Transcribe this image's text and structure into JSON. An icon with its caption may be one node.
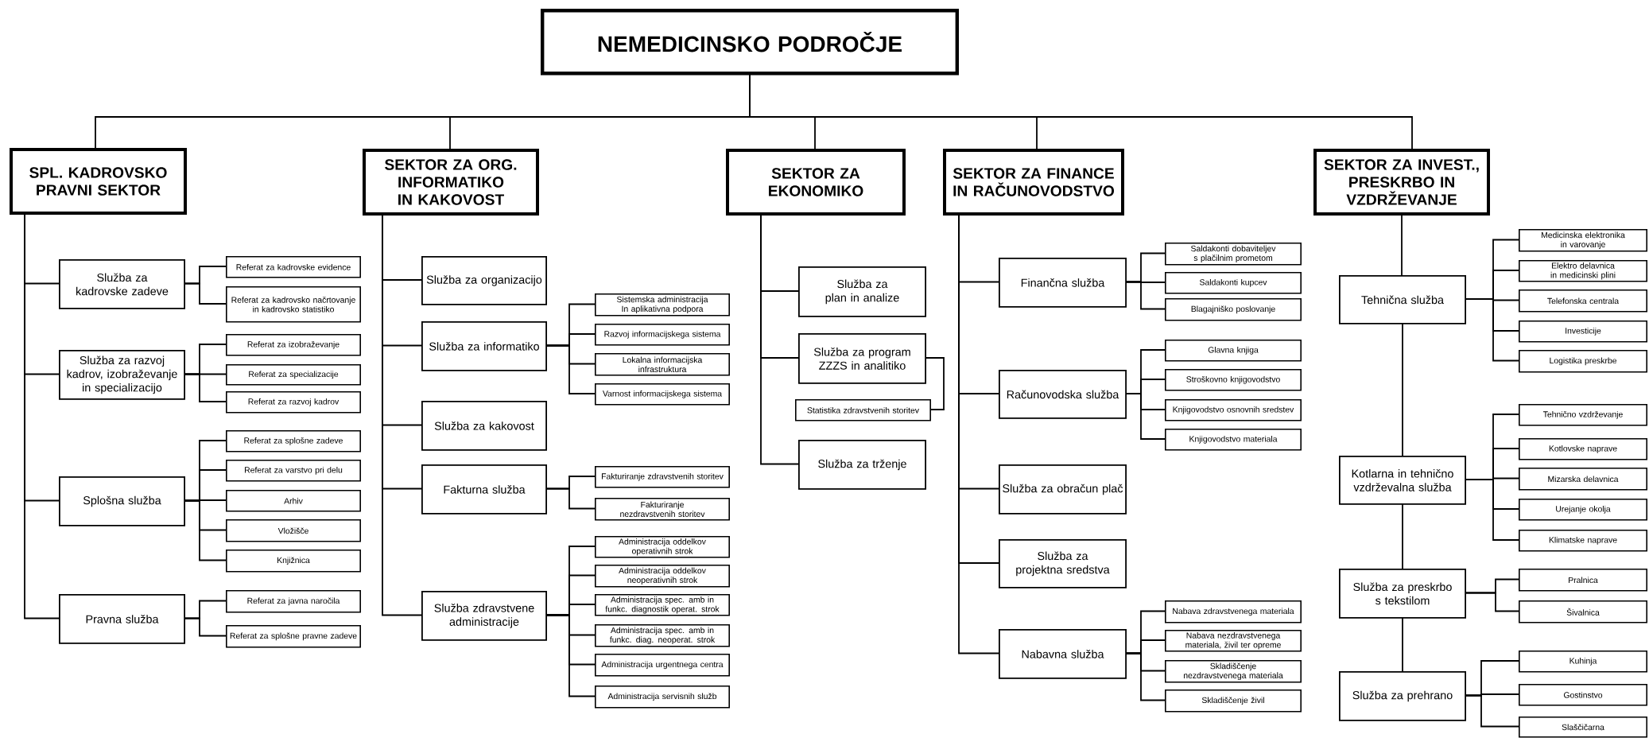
{
  "diagram": {
    "nodes": [
      {
        "text": [
          "NEMEDICINSKO PODROČJE"
        ]
      },
      {
        "text": [
          "SPL. KADROVSKO PRAVNI SEKTOR"
        ]
      },
      {
        "text": [
          "SEKTOR ZA ORG. INFORMATIKO IN KAKOVOST"
        ]
      },
      {
        "text": [
          "SEKTOR ZA EKONOMIKO"
        ]
      },
      {
        "text": [
          "SEKTOR ZA FINANCE IN RAČUNOVODSTVO"
        ]
      },
      {
        "text": [
          "SEKTOR ZA INVEST., PRESKRBO IN VZDRŽEVANJE"
        ]
      },
      {
        "text": [
          "Služba za kadrovske zadeve"
        ]
      },
      {
        "text": [
          "Referat za kadrovske evidence"
        ]
      },
      {
        "text": [
          "Referat za kadrovsko načrtovanje in kadrovsko statistiko"
        ]
      },
      {
        "text": [
          "Služba za razvoj kadrov, izobraževanje in specializacijo"
        ]
      },
      {
        "text": [
          "Referat za izobraževanje"
        ]
      },
      {
        "text": [
          "Referat za specializacije"
        ]
      },
      {
        "text": [
          "Referat za razvoj kadrov"
        ]
      },
      {
        "text": [
          "Splošna služba"
        ]
      },
      {
        "text": [
          "Referat za splošne zadeve"
        ]
      },
      {
        "text": [
          "Referat za varstvo pri delu"
        ]
      },
      {
        "text": [
          "Arhiv"
        ]
      },
      {
        "text": [
          "Vložišče"
        ]
      },
      {
        "text": [
          "Knjižnica"
        ]
      },
      {
        "text": [
          "Pravna služba"
        ]
      },
      {
        "text": [
          "Referat za javna naročila"
        ]
      },
      {
        "text": [
          "Referat za splošne pravne zadeve"
        ]
      },
      {
        "text": [
          "Služba za organizacijo"
        ]
      },
      {
        "text": [
          "Služba za informatiko"
        ]
      },
      {
        "text": [
          "Sistemska administracija In aplikativna podpora"
        ]
      },
      {
        "text": [
          "Razvoj informacijskega sistema"
        ]
      },
      {
        "text": [
          "Lokalna informacijska infrastruktura"
        ]
      },
      {
        "text": [
          "Varnost informacijskega sistema"
        ]
      },
      {
        "text": [
          "Služba za kakovost"
        ]
      },
      {
        "text": [
          "Fakturna služba"
        ]
      },
      {
        "text": [
          "Fakturiranje zdravstvenih storitev"
        ]
      },
      {
        "text": [
          "Fakturiranje nezdravstvenih storitev"
        ]
      },
      {
        "text": [
          "Služba zdravstvene administracije"
        ]
      },
      {
        "text": [
          "Administracija oddelkov operativnih strok"
        ]
      },
      {
        "text": [
          "Administracija oddelkov neoperativnih strok"
        ]
      },
      {
        "text": [
          "Administracija spec. amb in funkc. diagnostik operat. strok"
        ]
      },
      {
        "text": [
          "Administracija spec. amb in funkc. diag. neoperat. strok"
        ]
      },
      {
        "text": [
          "Administracija urgentnega centra"
        ]
      },
      {
        "text": [
          "Administracija servisnih služb"
        ]
      },
      {
        "text": [
          "Služba za plan in analize"
        ]
      },
      {
        "text": [
          "Služba za program ZZZS in analitiko"
        ]
      },
      {
        "text": [
          "Statistika zdravstvenih storitev"
        ]
      },
      {
        "text": [
          "Služba za trženje"
        ]
      },
      {
        "text": [
          "Finančna služba"
        ]
      },
      {
        "text": [
          "Saldakonti dobaviteljev s plačilnim prometom"
        ]
      },
      {
        "text": [
          "Saldakonti kupcev"
        ]
      },
      {
        "text": [
          "Blagajniško poslovanje"
        ]
      },
      {
        "text": [
          "Računovodska služba"
        ]
      },
      {
        "text": [
          "Glavna knjiga"
        ]
      },
      {
        "text": [
          "Stroškovno knjigovodstvo"
        ]
      },
      {
        "text": [
          "Knjigovodstvo osnovnih sredstev"
        ]
      },
      {
        "text": [
          "Knjigovodstvo materiala"
        ]
      },
      {
        "text": [
          "Služba za obračun plač"
        ]
      },
      {
        "text": [
          "Služba za projektna sredstva"
        ]
      },
      {
        "text": [
          "Nabavna služba"
        ]
      },
      {
        "text": [
          "Nabava zdravstvenega materiala"
        ]
      },
      {
        "text": [
          "Nabava nezdravstvenega materiala, živil ter opreme"
        ]
      },
      {
        "text": [
          "Skladiščenje nezdravstvenega materiala"
        ]
      },
      {
        "text": [
          "Skladiščenje živil"
        ]
      },
      {
        "text": [
          "Tehnična služba"
        ]
      },
      {
        "text": [
          "Medicinska elektronika in varovanje"
        ]
      },
      {
        "text": [
          "Elektro delavnica in medicinski plini"
        ]
      },
      {
        "text": [
          "Telefonska centrala"
        ]
      },
      {
        "text": [
          "Investicije"
        ]
      },
      {
        "text": [
          "Logistika preskrbe"
        ]
      },
      {
        "text": [
          "Kotlarna in tehnično vzdrževalna služba"
        ]
      },
      {
        "text": [
          "Tehnično vzdrževanje"
        ]
      },
      {
        "text": [
          "Kotlovske naprave"
        ]
      },
      {
        "text": [
          "Mizarska delavnica"
        ]
      },
      {
        "text": [
          "Urejanje okolja"
        ]
      },
      {
        "text": [
          "Klimatske naprave"
        ]
      },
      {
        "text": [
          "Služba za preskrbo s tekstilom"
        ]
      },
      {
        "text": [
          "Pralnica"
        ]
      },
      {
        "text": [
          "Šivalnica"
        ]
      },
      {
        "text": [
          "Služba za prehrano"
        ]
      },
      {
        "text": [
          "Kuhinja"
        ]
      },
      {
        "text": [
          "Gostinstvo"
        ]
      },
      {
        "text": [
          "Slaščičarna"
        ]
      }
    ],
    "edges": [
      {
        "from": 0,
        "to": 1,
        "arrow": "none"
      },
      {
        "from": 0,
        "to": 2,
        "arrow": "none"
      },
      {
        "from": 0,
        "to": 3,
        "arrow": "none"
      },
      {
        "from": 0,
        "to": 4,
        "arrow": "none"
      },
      {
        "from": 0,
        "to": 5,
        "arrow": "none"
      },
      {
        "from": 1,
        "to": 6,
        "arrow": "none"
      },
      {
        "from": 6,
        "to": 7,
        "arrow": "none"
      },
      {
        "from": 6,
        "to": 8,
        "arrow": "none"
      },
      {
        "from": 1,
        "to": 9,
        "arrow": "none"
      },
      {
        "from": 9,
        "to": 10,
        "arrow": "none"
      },
      {
        "from": 9,
        "to": 11,
        "arrow": "none"
      },
      {
        "from": 9,
        "to": 12,
        "arrow": "none"
      },
      {
        "from": 1,
        "to": 13,
        "arrow": "none"
      },
      {
        "from": 13,
        "to": 14,
        "arrow": "none"
      },
      {
        "from": 13,
        "to": 15,
        "arrow": "none"
      },
      {
        "from": 13,
        "to": 16,
        "arrow": "none"
      },
      {
        "from": 13,
        "to": 17,
        "arrow": "none"
      },
      {
        "from": 13,
        "to": 18,
        "arrow": "none"
      },
      {
        "from": 1,
        "to": 19,
        "arrow": "none"
      },
      {
        "from": 19,
        "to": 20,
        "arrow": "none"
      },
      {
        "from": 19,
        "to": 21,
        "arrow": "none"
      },
      {
        "from": 2,
        "to": 22,
        "arrow": "none"
      },
      {
        "from": 2,
        "to": 23,
        "arrow": "none"
      },
      {
        "from": 23,
        "to": 24,
        "arrow": "none"
      },
      {
        "from": 23,
        "to": 25,
        "arrow": "none"
      },
      {
        "from": 23,
        "to": 26,
        "arrow": "none"
      },
      {
        "from": 23,
        "to": 27,
        "arrow": "none"
      },
      {
        "from": 2,
        "to": 28,
        "arrow": "none"
      },
      {
        "from": 2,
        "to": 29,
        "arrow": "none"
      },
      {
        "from": 29,
        "to": 30,
        "arrow": "none"
      },
      {
        "from": 29,
        "to": 31,
        "arrow": "none"
      },
      {
        "from": 2,
        "to": 32,
        "arrow": "none"
      },
      {
        "from": 32,
        "to": 33,
        "arrow": "none"
      },
      {
        "from": 32,
        "to": 34,
        "arrow": "none"
      },
      {
        "from": 32,
        "to": 35,
        "arrow": "none"
      },
      {
        "from": 32,
        "to": 36,
        "arrow": "none"
      },
      {
        "from": 32,
        "to": 37,
        "arrow": "none"
      },
      {
        "from": 32,
        "to": 38,
        "arrow": "none"
      },
      {
        "from": 3,
        "to": 39,
        "arrow": "none"
      },
      {
        "from": 3,
        "to": 40,
        "arrow": "none"
      },
      {
        "from": 40,
        "to": 41,
        "arrow": "none"
      },
      {
        "from": 3,
        "to": 42,
        "arrow": "none"
      },
      {
        "from": 4,
        "to": 43,
        "arrow": "none"
      },
      {
        "from": 43,
        "to": 44,
        "arrow": "none"
      },
      {
        "from": 43,
        "to": 45,
        "arrow": "none"
      },
      {
        "from": 43,
        "to": 46,
        "arrow": "none"
      },
      {
        "from": 4,
        "to": 47,
        "arrow": "none"
      },
      {
        "from": 47,
        "to": 48,
        "arrow": "none"
      },
      {
        "from": 47,
        "to": 49,
        "arrow": "none"
      },
      {
        "from": 47,
        "to": 50,
        "arrow": "none"
      },
      {
        "from": 47,
        "to": 51,
        "arrow": "none"
      },
      {
        "from": 4,
        "to": 52,
        "arrow": "none"
      },
      {
        "from": 4,
        "to": 53,
        "arrow": "none"
      },
      {
        "from": 4,
        "to": 54,
        "arrow": "none"
      },
      {
        "from": 54,
        "to": 55,
        "arrow": "none"
      },
      {
        "from": 54,
        "to": 56,
        "arrow": "none"
      },
      {
        "from": 54,
        "to": 57,
        "arrow": "none"
      },
      {
        "from": 54,
        "to": 58,
        "arrow": "none"
      },
      {
        "from": 5,
        "to": 59,
        "arrow": "none"
      },
      {
        "from": 59,
        "to": 60,
        "arrow": "none"
      },
      {
        "from": 59,
        "to": 61,
        "arrow": "none"
      },
      {
        "from": 59,
        "to": 62,
        "arrow": "none"
      },
      {
        "from": 59,
        "to": 63,
        "arrow": "none"
      },
      {
        "from": 59,
        "to": 64,
        "arrow": "none"
      },
      {
        "from": 59,
        "to": 65,
        "arrow": "none"
      },
      {
        "from": 65,
        "to": 66,
        "arrow": "none"
      },
      {
        "from": 65,
        "to": 67,
        "arrow": "none"
      },
      {
        "from": 65,
        "to": 68,
        "arrow": "none"
      },
      {
        "from": 65,
        "to": 69,
        "arrow": "none"
      },
      {
        "from": 65,
        "to": 70,
        "arrow": "none"
      },
      {
        "from": 65,
        "to": 71,
        "arrow": "none"
      },
      {
        "from": 71,
        "to": 72,
        "arrow": "none"
      },
      {
        "from": 71,
        "to": 73,
        "arrow": "none"
      },
      {
        "from": 71,
        "to": 74,
        "arrow": "none"
      },
      {
        "from": 74,
        "to": 75,
        "arrow": "none"
      },
      {
        "from": 74,
        "to": 76,
        "arrow": "none"
      },
      {
        "from": 74,
        "to": 77,
        "arrow": "none"
      }
    ]
  }
}
